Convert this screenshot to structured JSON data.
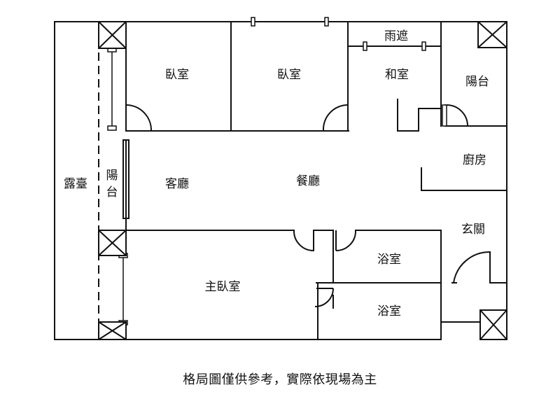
{
  "rooms": {
    "terrace": "露臺",
    "balcony_left": "陽台",
    "bedroom_1": "臥室",
    "bedroom_2": "臥室",
    "canopy": "雨遮",
    "tatami_room": "和室",
    "balcony_right": "陽台",
    "living_room": "客廳",
    "dining_room": "餐廳",
    "kitchen": "廚房",
    "entrance": "玄關",
    "bathroom_1": "浴室",
    "bathroom_2": "浴室",
    "master_bedroom": "主臥室"
  },
  "caption": "格局圖僅供參考，實際依現場為主"
}
